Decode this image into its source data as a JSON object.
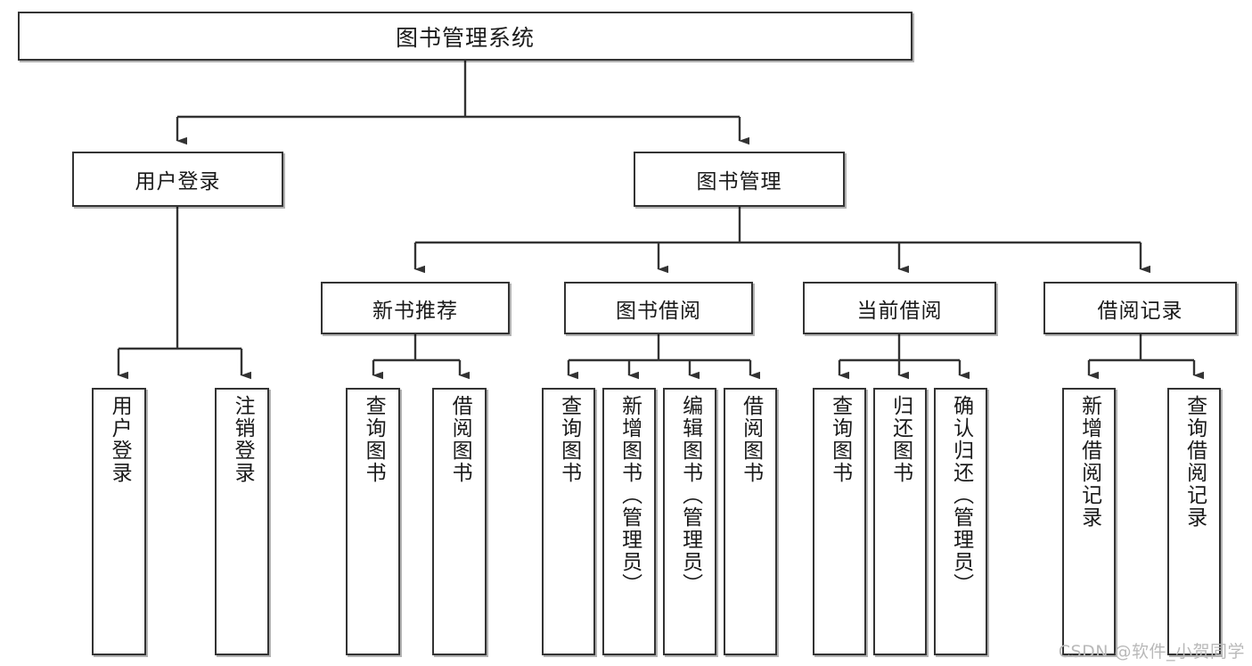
{
  "diagram": {
    "title": "图书管理系统",
    "type": "tree-hierarchy-diagram",
    "root": {
      "label": "图书管理系统"
    },
    "level2": [
      {
        "label": "用户登录"
      },
      {
        "label": "图书管理"
      }
    ],
    "level3": [
      {
        "label": "新书推荐"
      },
      {
        "label": "图书借阅"
      },
      {
        "label": "当前借阅"
      },
      {
        "label": "借阅记录"
      }
    ],
    "leaves": {
      "user_login": [
        {
          "label": "用户登录"
        },
        {
          "label": "注销登录"
        }
      ],
      "new_book_recommend": [
        {
          "label": "查询图书"
        },
        {
          "label": "借阅图书"
        }
      ],
      "book_borrow": [
        {
          "label": "查询图书"
        },
        {
          "label": "新增图书（管理员）"
        },
        {
          "label": "编辑图书（管理员）"
        },
        {
          "label": "借阅图书"
        }
      ],
      "current_borrow": [
        {
          "label": "查询图书"
        },
        {
          "label": "归还图书"
        },
        {
          "label": "确认归还（管理员）"
        }
      ],
      "borrow_record": [
        {
          "label": "新增借阅记录"
        },
        {
          "label": "查询借阅记录"
        }
      ]
    }
  },
  "watermark": {
    "text": "CSDN @软件_小贺同学"
  },
  "colors": {
    "box_border": "#333333",
    "box_fill": "#ffffff",
    "connector": "#333333",
    "text": "#1a1a1a",
    "watermark": "#b9b9b9"
  }
}
